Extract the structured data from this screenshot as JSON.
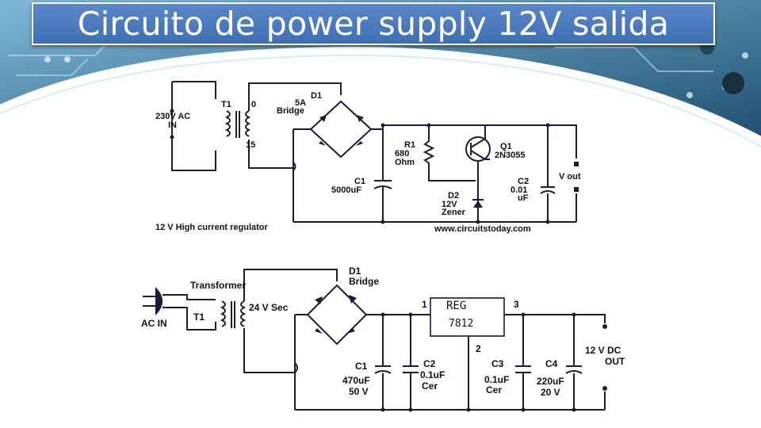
{
  "title": "Circuito de power supply 12V salida",
  "colors": {
    "title_bg": "#4a78be",
    "pcb_bg": "#1f4a63",
    "wire": "#1b1b3a"
  },
  "circuit1": {
    "input": [
      "230V AC",
      "IN"
    ],
    "transformer": {
      "ref": "T1",
      "tap_top": "0",
      "tap_bottom": "15"
    },
    "bridge": {
      "ref": "D1",
      "rating": "5A",
      "type": "Bridge"
    },
    "resistor": {
      "ref": "R1",
      "value": [
        "680",
        "Ohm"
      ]
    },
    "transistor": {
      "ref": "Q1",
      "part": "2N3055"
    },
    "cap1": {
      "ref": "C1",
      "value": "5000uF"
    },
    "zener": {
      "ref": "D2",
      "value": [
        "12V",
        "Zener"
      ]
    },
    "cap2": {
      "ref": "C2",
      "value": [
        "0.01",
        "uF"
      ]
    },
    "output": "V out",
    "caption": "12 V High current regulator",
    "website": "www.circuitstoday.com"
  },
  "circuit2": {
    "transformer_label": "Transformer",
    "transformer_ref": "T1",
    "secondary": "24 V Sec",
    "input": "AC IN",
    "bridge": {
      "ref": "D1",
      "type": "Bridge"
    },
    "regulator": {
      "name": "REG",
      "part": "7812",
      "pin_in": "1",
      "pin_gnd": "2",
      "pin_out": "3"
    },
    "c1": {
      "ref": "C1",
      "value": "470uF",
      "voltage": "50 V"
    },
    "c2": {
      "ref": "C2",
      "value": "0.1uF",
      "type": "Cer"
    },
    "c3": {
      "ref": "C3",
      "value": "0.1uF",
      "type": "Cer"
    },
    "c4": {
      "ref": "C4",
      "value": "220uF",
      "voltage": "20 V"
    },
    "output": [
      "12 V DC",
      "OUT"
    ]
  }
}
